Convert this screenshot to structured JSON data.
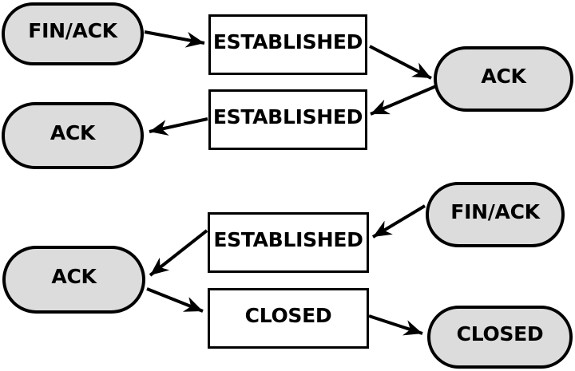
{
  "diagram": {
    "background_color": "#ffffff",
    "stroke_color": "#000000",
    "pill_fill_color": "#dcdcdc",
    "rect_fill_color": "#ffffff",
    "nodes": [
      {
        "id": "finack-top",
        "label": "FIN/ACK",
        "shape": "pill"
      },
      {
        "id": "established-top",
        "label": "ESTABLISHED",
        "shape": "rect"
      },
      {
        "id": "ack-right",
        "label": "ACK",
        "shape": "pill"
      },
      {
        "id": "established-mid",
        "label": "ESTABLISHED",
        "shape": "rect"
      },
      {
        "id": "ack-mid-left",
        "label": "ACK",
        "shape": "pill"
      },
      {
        "id": "finack-bottom",
        "label": "FIN/ACK",
        "shape": "pill"
      },
      {
        "id": "established-bottom",
        "label": "ESTABLISHED",
        "shape": "rect"
      },
      {
        "id": "ack-bottom-left",
        "label": "ACK",
        "shape": "pill"
      },
      {
        "id": "closed-box",
        "label": "CLOSED",
        "shape": "rect"
      },
      {
        "id": "closed-pill",
        "label": "CLOSED",
        "shape": "pill"
      }
    ],
    "edges": [
      {
        "from": "finack-top",
        "to": "established-top"
      },
      {
        "from": "established-top",
        "to": "ack-right"
      },
      {
        "from": "ack-right",
        "to": "established-mid"
      },
      {
        "from": "established-mid",
        "to": "ack-mid-left"
      },
      {
        "from": "finack-bottom",
        "to": "established-bottom"
      },
      {
        "from": "established-bottom",
        "to": "ack-bottom-left"
      },
      {
        "from": "ack-bottom-left",
        "to": "closed-box"
      },
      {
        "from": "closed-box",
        "to": "closed-pill"
      }
    ]
  }
}
